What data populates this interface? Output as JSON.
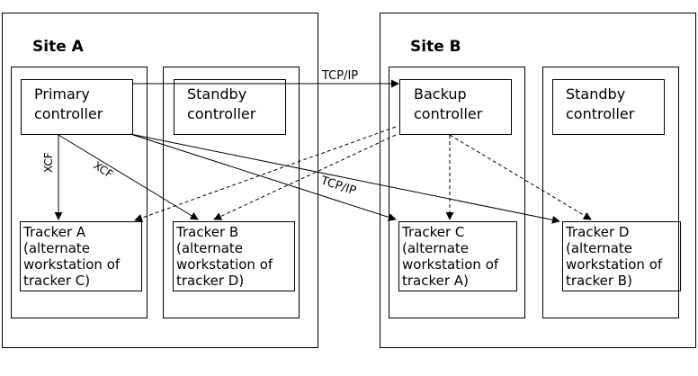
{
  "site_a": {
    "title": "Site A"
  },
  "site_b": {
    "title": "Site B"
  },
  "controllers": {
    "primary": "Primary\ncontroller",
    "standby_a": "Standby\ncontroller",
    "backup": "Backup\ncontroller",
    "standby_b": "Standby\ncontroller"
  },
  "trackers": {
    "a": "Tracker A\n(alternate\n workstation of\n tracker C)",
    "b": "Tracker B\n(alternate\n workstation of\n tracker D)",
    "c": "Tracker C\n(alternate\n workstation of\n tracker A)",
    "d": "Tracker D\n(alternate\n workstation of\n tracker B)"
  },
  "links": {
    "tcp_top": "TCP/IP",
    "tcp_mid": "TCP/IP",
    "xcf_left": "XCF",
    "xcf_diag": "XCF"
  }
}
